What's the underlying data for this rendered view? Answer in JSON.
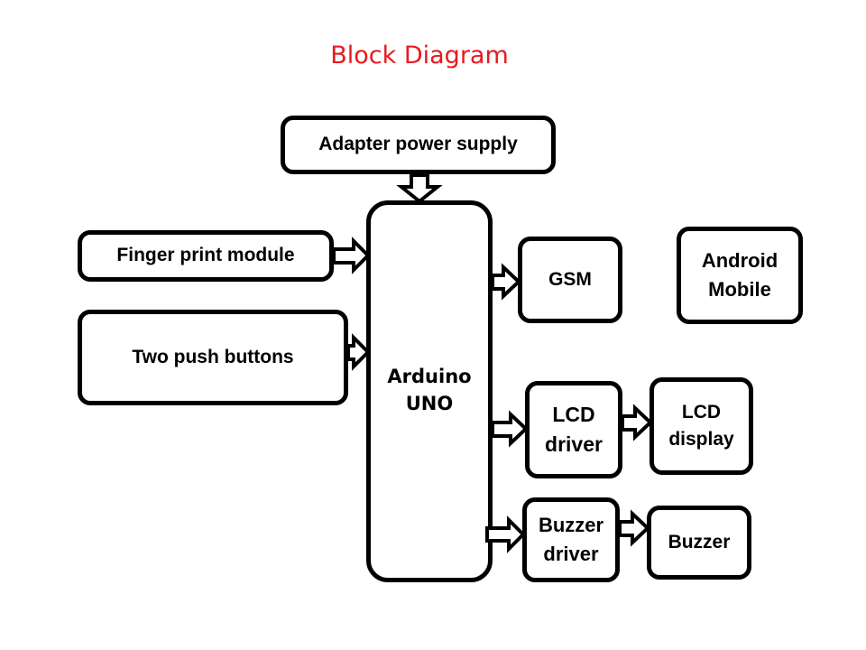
{
  "title": {
    "text": "Block Diagram",
    "color": "#e8191f"
  },
  "blocks": {
    "adapter": "Adapter power supply",
    "fingerprint": "Finger print module",
    "pushbuttons": "Two push buttons",
    "arduino": "Arduino\nUNO",
    "gsm": "GSM",
    "android": "Android\nMobile",
    "lcd_driver": "LCD\ndriver",
    "lcd_display": "LCD\ndisplay",
    "buzzer_driver": "Buzzer\ndriver",
    "buzzer": "Buzzer"
  },
  "connections": [
    {
      "from": "Adapter power supply",
      "to": "Arduino UNO"
    },
    {
      "from": "Finger print module",
      "to": "Arduino UNO"
    },
    {
      "from": "Two push buttons",
      "to": "Arduino UNO"
    },
    {
      "from": "Arduino UNO",
      "to": "GSM"
    },
    {
      "from": "Arduino UNO",
      "to": "LCD driver"
    },
    {
      "from": "LCD driver",
      "to": "LCD display"
    },
    {
      "from": "Arduino UNO",
      "to": "Buzzer driver"
    },
    {
      "from": "Buzzer driver",
      "to": "Buzzer"
    }
  ]
}
